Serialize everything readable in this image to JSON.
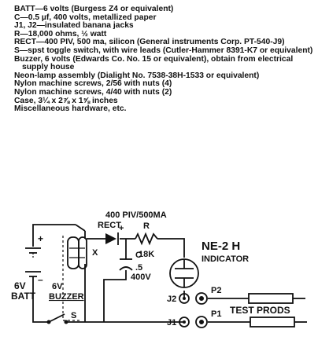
{
  "parts_list": [
    "BATT—6 volts (Burgess Z4 or equivalent)",
    "C—0.5 µf, 400 volts, metallized paper",
    "J1, J2—insulated banana jacks",
    "R—18,000 ohms, ½ watt",
    "RECT—400 PIV, 500 ma, silicon (General instruments Corp. PT-540-J9)",
    "S—spst toggle switch, with wire leads (Cutler-Hammer 8391-K7 or equivalent)",
    "Buzzer, 6 volts (Edwards Co. No. 15 or equivalent), obtain from electrical supply house",
    "Neon-lamp assembly (Dialight No. 7538-38H-1533 or equivalent)",
    "Nylon machine screws, 2/56 with nuts (4)",
    "Nylon machine screws, 4/40 with nuts (2)",
    "Case, 3¼ x 2⅞ x 1⅝ inches",
    "Miscellaneous hardware, etc."
  ],
  "schematic": {
    "battery_plus": "+",
    "battery_voltage": "6V",
    "battery_label": "BATT",
    "battery_minus": "–",
    "buzzer_voltage": "6V",
    "buzzer_label": "BUZZER",
    "contact_label": "X",
    "switch_label": "S",
    "rect_rating": "400 PIV/500MA",
    "rect_label": "RECT",
    "rect_plus": "+",
    "cap_label": "C",
    "cap_value": ".5",
    "cap_voltage": "400V",
    "resistor_label": "R",
    "resistor_value": "18K",
    "lamp_label": "NE-2 H",
    "lamp_sublabel": "INDICATOR",
    "jack_j2": "J2",
    "jack_j1": "J1",
    "probe_p2": "P2",
    "probe_p1": "P1",
    "probes_label": "TEST PRODS"
  }
}
